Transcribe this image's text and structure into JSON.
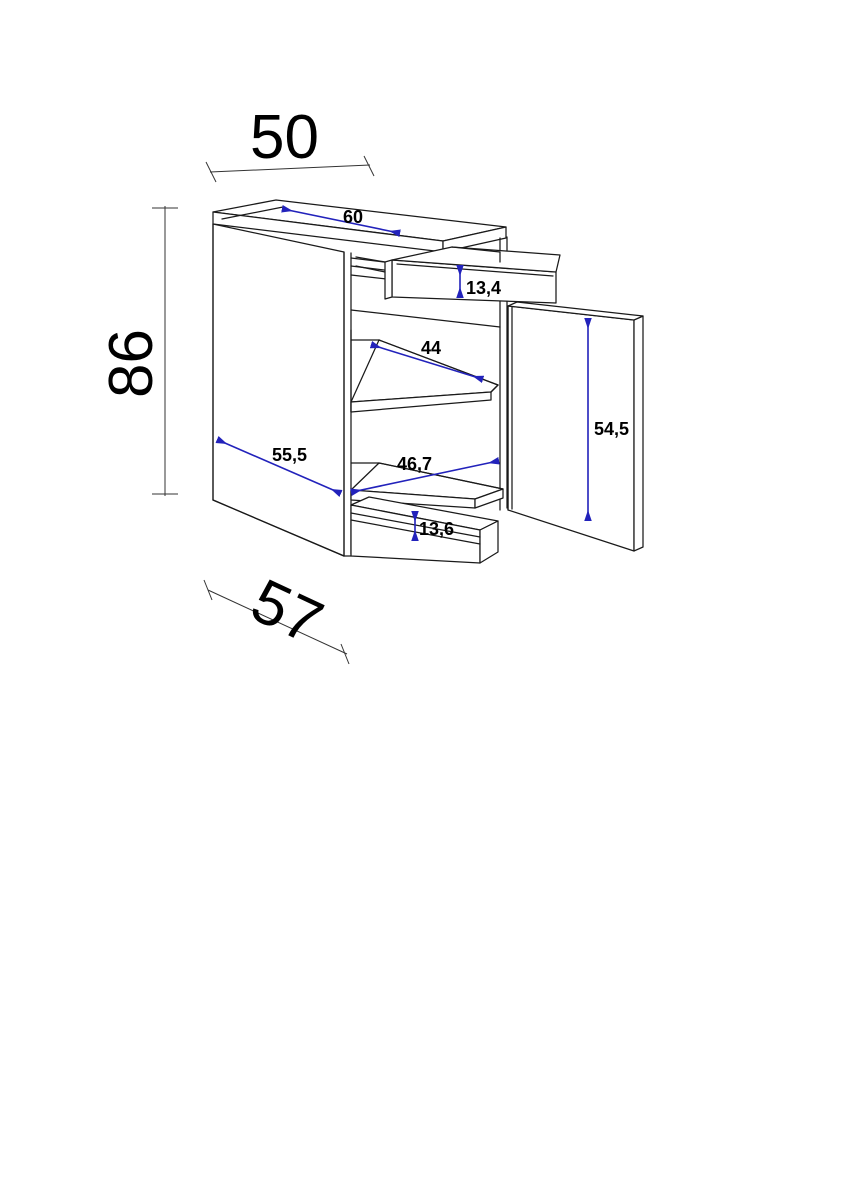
{
  "drawing": {
    "type": "technical-line-drawing",
    "subject": "kitchen base cabinet with drawer, shelf, plinth and open door",
    "projection": "isometric / cabinet oblique",
    "unit": "cm",
    "background_color": "#ffffff",
    "outline_color": "#1a1a1a",
    "dimension_color": "#2222bb",
    "extension_color": "#333333",
    "overall_dimensions": [
      {
        "id": "width",
        "label": "50",
        "value": 50,
        "orientation": "horizontal",
        "position": "top",
        "style": "large",
        "description": "overall cabinet carcase width"
      },
      {
        "id": "height",
        "label": "86",
        "value": 86,
        "orientation": "vertical-rotated",
        "position": "left",
        "style": "large",
        "description": "overall cabinet height including plinth"
      },
      {
        "id": "depth",
        "label": "57",
        "value": 57,
        "orientation": "oblique",
        "position": "bottom-left",
        "style": "large",
        "description": "overall cabinet depth"
      }
    ],
    "detail_dimensions": [
      {
        "id": "worktop-depth",
        "label": "60",
        "value": 60,
        "orientation": "oblique",
        "description": "worktop / top panel depth"
      },
      {
        "id": "drawer-height",
        "label": "13,4",
        "value": 13.4,
        "orientation": "vertical",
        "description": "inner drawer box height"
      },
      {
        "id": "shelf-depth",
        "label": "44",
        "value": 44,
        "orientation": "oblique",
        "description": "shelf depth"
      },
      {
        "id": "interior-depth",
        "label": "46,7",
        "value": 46.7,
        "orientation": "oblique",
        "description": "interior clear depth at base"
      },
      {
        "id": "plinth-height",
        "label": "13,6",
        "value": 13.6,
        "orientation": "vertical",
        "description": "plinth / base height"
      },
      {
        "id": "door-height",
        "label": "54,5",
        "value": 54.5,
        "orientation": "vertical",
        "description": "door panel height"
      },
      {
        "id": "side-panel-depth",
        "label": "55,5",
        "value": 55.5,
        "orientation": "oblique",
        "description": "side panel depth"
      }
    ]
  }
}
